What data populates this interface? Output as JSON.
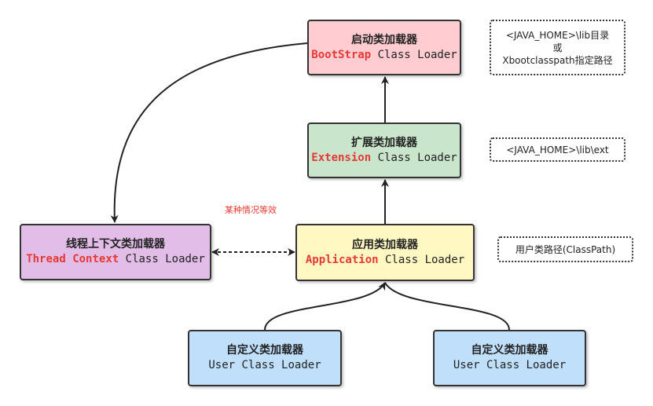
{
  "colors": {
    "highlight": "#e53935",
    "bootstrap_fill": "#ffccd1",
    "extension_fill": "#c9e5cc",
    "application_fill": "#fff8c2",
    "thread_fill": "#e2bde8",
    "user_fill": "#bfdffb"
  },
  "nodes": {
    "bootstrap": {
      "cn": "启动类加载器",
      "en_highlight": "BootStrap",
      "en_rest": " Class Loader"
    },
    "extension": {
      "cn": "扩展类加载器",
      "en_highlight": "Extension",
      "en_rest": " Class Loader"
    },
    "application": {
      "cn": "应用类加载器",
      "en_highlight": "Application",
      "en_rest": " Class Loader"
    },
    "thread_context": {
      "cn": "线程上下文类加载器",
      "en_highlight": "Thread Context",
      "en_rest": " Class Loader"
    },
    "user_left": {
      "cn": "自定义类加载器",
      "en": "User Class Loader"
    },
    "user_right": {
      "cn": "自定义类加载器",
      "en": "User Class Loader"
    }
  },
  "notes": {
    "bootstrap_path": {
      "line1": "<JAVA_HOME>\\lib目录",
      "line2": "或",
      "line3": "Xbootclasspath指定路径"
    },
    "extension_path": {
      "line1": "<JAVA_HOME>\\lib\\ext"
    },
    "application_path": {
      "line1": "用户类路径(ClassPath)"
    }
  },
  "edge_labels": {
    "equivalence": "某种情况等效"
  }
}
